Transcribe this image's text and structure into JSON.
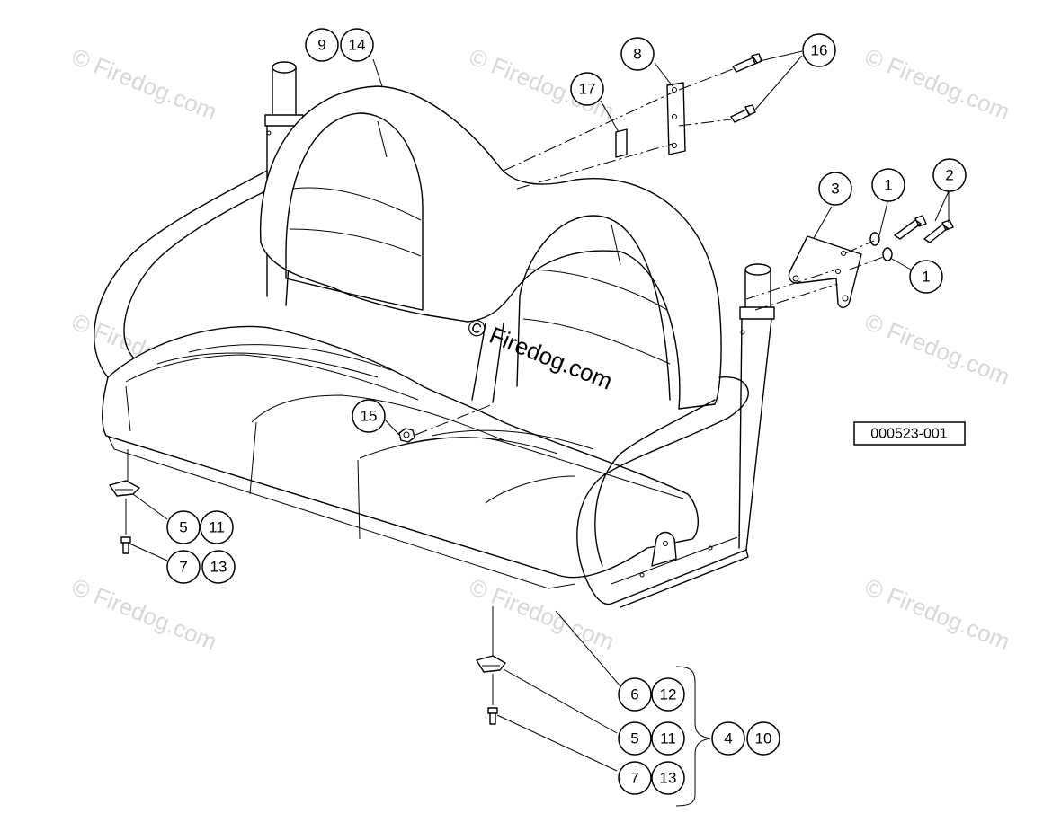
{
  "watermark": {
    "text": "© Firedog.com",
    "center_text": "© Firedog.com"
  },
  "reference_number": "000523-001",
  "callouts": {
    "c9": "9",
    "c14": "14",
    "c8": "8",
    "c16": "16",
    "c17": "17",
    "c3": "3",
    "c1a": "1",
    "c2": "2",
    "c1b": "1",
    "c15": "15",
    "c5a": "5",
    "c11a": "11",
    "c7a": "7",
    "c13a": "13",
    "c6": "6",
    "c12": "12",
    "c5b": "5",
    "c11b": "11",
    "c7b": "7",
    "c13b": "13",
    "c4": "4",
    "c10": "10"
  }
}
